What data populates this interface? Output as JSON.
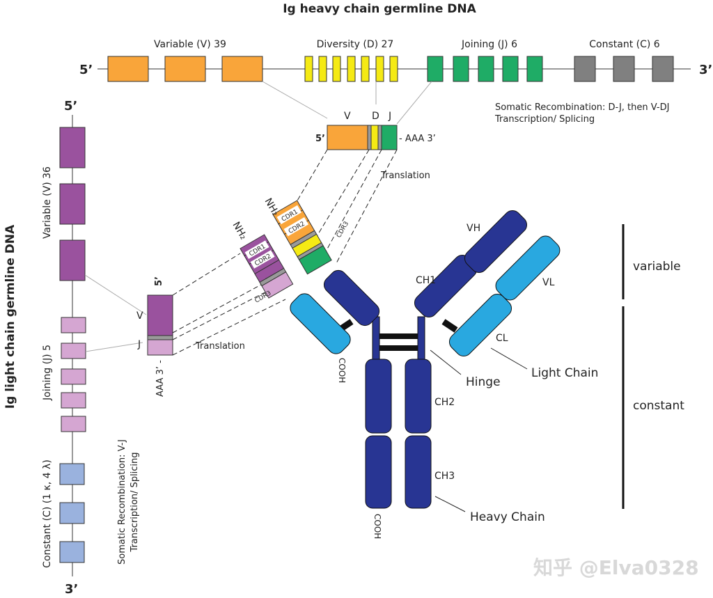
{
  "heavy": {
    "title": "Ig heavy chain germline DNA",
    "end5": "5’",
    "end3": "3’",
    "segment_labels": {
      "variable": "Variable (V) 39",
      "diversity": "Diversity (D) 27",
      "joining": "Joining (J) 6",
      "constant": "Constant (C) 6"
    },
    "recombination_note": [
      "Somatic Recombination: D-J, then V-DJ",
      "Transcription/ Splicing"
    ],
    "mrna": {
      "end5": "5’",
      "v": "V",
      "d": "D",
      "j": "J",
      "poly_a": "- AAA 3’"
    },
    "translation": "Translation",
    "nh2": "NH₂",
    "cdrs": [
      "CDR1",
      "CDR2",
      "CDR3"
    ]
  },
  "light": {
    "title": "Ig light chain germline DNA",
    "end5": "5’",
    "end3": "3’",
    "segment_labels": {
      "variable": "Variable (V) 36",
      "joining": "Joining (J) 5",
      "constant": "Constant (C) (1 κ, 4 λ)"
    },
    "recombination_note": [
      "Somatic Recombination: V-J",
      "Transcription/ Splicing"
    ],
    "mrna": {
      "end5": "5’",
      "v": "V",
      "j": "J",
      "poly_a": "AAA 3’ -"
    },
    "translation": "Translation",
    "nh2": "NH₂",
    "cdrs": [
      "CDR1",
      "CDR2",
      "CDR3"
    ]
  },
  "antibody": {
    "domains": {
      "vh": "VH",
      "ch1": "CH1",
      "vl": "VL",
      "cl": "CL",
      "ch2": "CH2",
      "ch3": "CH3"
    },
    "cooh": "COOH",
    "callouts": {
      "hinge": "Hinge",
      "light_chain": "Light Chain",
      "heavy_chain": "Heavy Chain"
    },
    "regions": {
      "variable": "variable",
      "constant": "constant"
    }
  },
  "watermark": "知乎 @Elva0328",
  "colors": {
    "v_heavy": "#F9A53A",
    "d_heavy": "#F5EA14",
    "j_heavy": "#1FAC66",
    "c_heavy": "#808080",
    "v_light": "#9A529E",
    "j_light": "#D5A6D2",
    "c_light": "#9AB2DE",
    "heavy_chain": "#283593",
    "light_chain": "#29A8E0"
  }
}
